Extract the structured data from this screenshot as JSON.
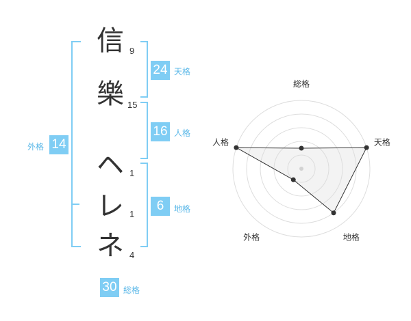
{
  "name_chars": [
    {
      "char": "信",
      "strokes": "9"
    },
    {
      "char": "樂",
      "strokes": "15"
    },
    {
      "char": "ヘ",
      "strokes": "1"
    },
    {
      "char": "レ",
      "strokes": "1"
    },
    {
      "char": "ネ",
      "strokes": "4"
    }
  ],
  "kaku": {
    "tenkaku": {
      "value": "24",
      "label": "天格"
    },
    "jinkaku": {
      "value": "16",
      "label": "人格"
    },
    "chikaku": {
      "value": "6",
      "label": "地格"
    },
    "gaikaku": {
      "value": "14",
      "label": "外格"
    },
    "soukaku": {
      "value": "30",
      "label": "総格"
    }
  },
  "colors": {
    "accent": "#7fcdf4",
    "text": "#333333"
  },
  "chart_data": {
    "type": "radar",
    "axes": [
      "総格",
      "天格",
      "地格",
      "外格",
      "人格"
    ],
    "values": [
      1.5,
      5,
      4,
      1,
      5
    ],
    "max": 5,
    "rings": 5,
    "grid": true
  }
}
